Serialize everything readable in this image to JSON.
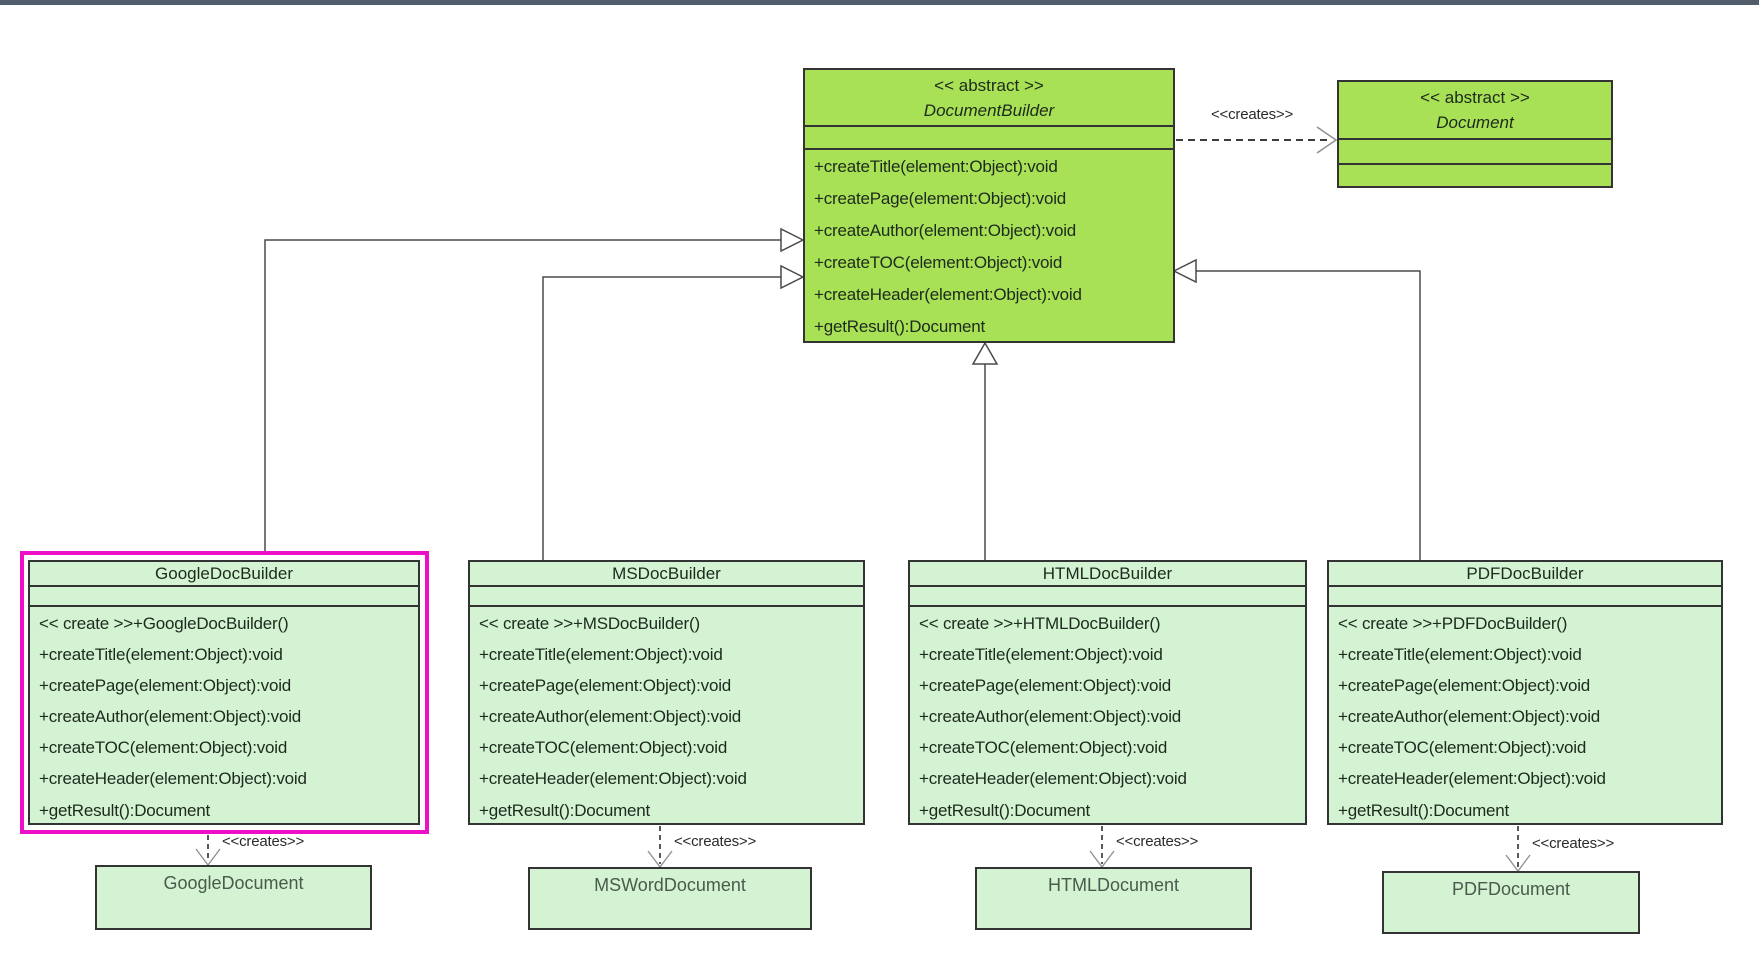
{
  "labels": {
    "creates": "<<creates>>"
  },
  "colors": {
    "abstract_fill": "#a8e155",
    "concrete_fill": "#d3f3d3",
    "box_border": "#333333",
    "selection_highlight": "#ee10c8",
    "connector": "#4a4a4a",
    "top_bar": "#525d6b"
  },
  "abstract_builder": {
    "stereotype": "<< abstract >>",
    "name": "DocumentBuilder",
    "methods": [
      "+createTitle(element:Object):void",
      "+createPage(element:Object):void",
      "+createAuthor(element:Object):void",
      "+createTOC(element:Object):void",
      "+createHeader(element:Object):void",
      "+getResult():Document"
    ]
  },
  "abstract_document": {
    "stereotype": "<< abstract >>",
    "name": "Document"
  },
  "builders": [
    {
      "name": "GoogleDocBuilder",
      "selected": true,
      "product": "GoogleDocument",
      "methods": [
        "<< create >>+GoogleDocBuilder()",
        "+createTitle(element:Object):void",
        "+createPage(element:Object):void",
        "+createAuthor(element:Object):void",
        "+createTOC(element:Object):void",
        "+createHeader(element:Object):void",
        "+getResult():Document"
      ]
    },
    {
      "name": "MSDocBuilder",
      "selected": false,
      "product": "MSWordDocument",
      "methods": [
        "<< create >>+MSDocBuilder()",
        "+createTitle(element:Object):void",
        "+createPage(element:Object):void",
        "+createAuthor(element:Object):void",
        "+createTOC(element:Object):void",
        "+createHeader(element:Object):void",
        "+getResult():Document"
      ]
    },
    {
      "name": "HTMLDocBuilder",
      "selected": false,
      "product": "HTMLDocument",
      "methods": [
        "<< create >>+HTMLDocBuilder()",
        "+createTitle(element:Object):void",
        "+createPage(element:Object):void",
        "+createAuthor(element:Object):void",
        "+createTOC(element:Object):void",
        "+createHeader(element:Object):void",
        "+getResult():Document"
      ]
    },
    {
      "name": "PDFDocBuilder",
      "selected": false,
      "product": "PDFDocument",
      "methods": [
        "<< create >>+PDFDocBuilder()",
        "+createTitle(element:Object):void",
        "+createPage(element:Object):void",
        "+createAuthor(element:Object):void",
        "+createTOC(element:Object):void",
        "+createHeader(element:Object):void",
        "+getResult():Document"
      ]
    }
  ]
}
